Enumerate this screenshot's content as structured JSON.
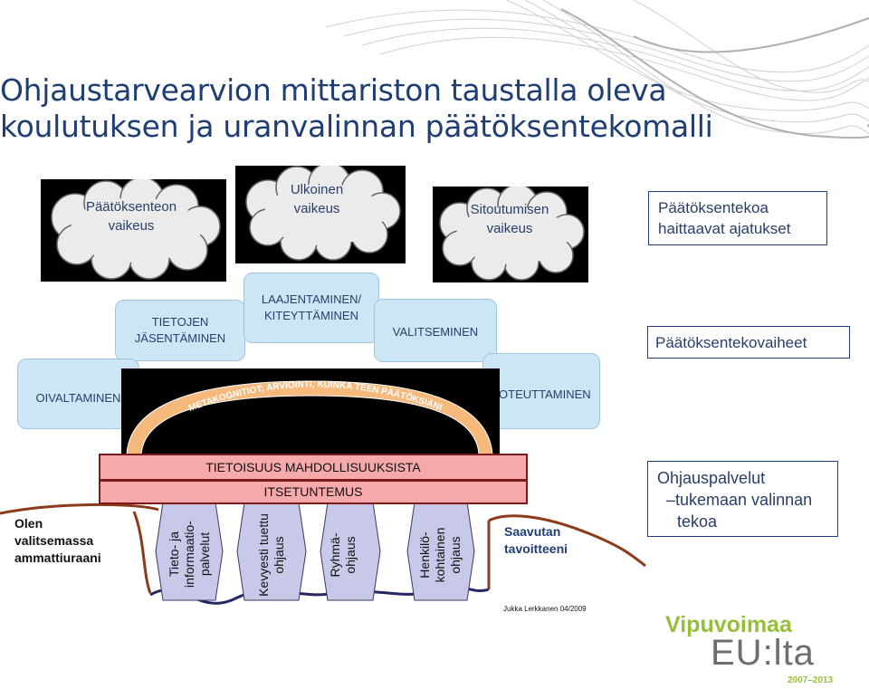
{
  "title": {
    "line1": "Ohjaustarvearvion mittariston taustalla oleva",
    "line2": "koulutuksen ja uranvalinnan päätöksentekomalli"
  },
  "clouds": [
    {
      "line1": "Päätöksenteon",
      "line2": "vaikeus"
    },
    {
      "line1": "Ulkoinen",
      "line2": "vaikeus"
    },
    {
      "line1": "Sitoutumisen",
      "line2": "vaikeus"
    }
  ],
  "side_labels": {
    "thoughts": {
      "line1": "Päätöksentekoa",
      "line2": "haittaavat ajatukset"
    },
    "phases": "Päätöksentekovaiheet",
    "services": {
      "line1": "Ohjauspalvelut",
      "line2": "–tukemaan valinnan",
      "line3": "tekoa"
    }
  },
  "phases": {
    "tietojen": {
      "line1": "TIETOJEN",
      "line2": "JÄSENTÄMINEN"
    },
    "laajentaminen": {
      "line1": "LAAJENTAMINEN/",
      "line2": "KITEYTTÄMINEN"
    },
    "valitseminen": "VALITSEMINEN",
    "oivaltaminen": "OIVALTAMINEN",
    "toteuttaminen": "TOTEUTTAMINEN"
  },
  "arc_label": "METAKOGNITIOT; ARVIOINTI, KUINKA TEEN PÄÄTÖKSIÄNI",
  "bars": {
    "top": "TIETOISUUS MAHDOLLISUUKSISTA",
    "bottom": "ITSETUNTEMUS"
  },
  "left_label": {
    "line1": "Olen",
    "line2": "valitsemassa",
    "line3": "ammattiuraani"
  },
  "right_label": {
    "line1": "Saavutan",
    "line2": "tavoitteeni"
  },
  "pillars": [
    {
      "line1": "Tieto- ja",
      "line2": "informaatio-",
      "line3": "palvelut"
    },
    {
      "line1": "Kevyesti tuettu",
      "line2": "ohjaus"
    },
    {
      "line1": "Ryhmä-",
      "line2": "ohjaus"
    },
    {
      "line1": "Henkilö-",
      "line2": "kohtainen",
      "line3": "ohjaus"
    }
  ],
  "author": "Jukka Lerkkanen 04/2009",
  "logo": {
    "line1": "Vipuvoimaa",
    "line2": "EU:lta",
    "years": "2007–2013"
  },
  "colors": {
    "title": "#1f3e74",
    "phase_fill": "#cce6f6",
    "bar_fill": "#f6a9ab",
    "road": "#8b3a1a",
    "pillar": "#c8c8e8"
  }
}
